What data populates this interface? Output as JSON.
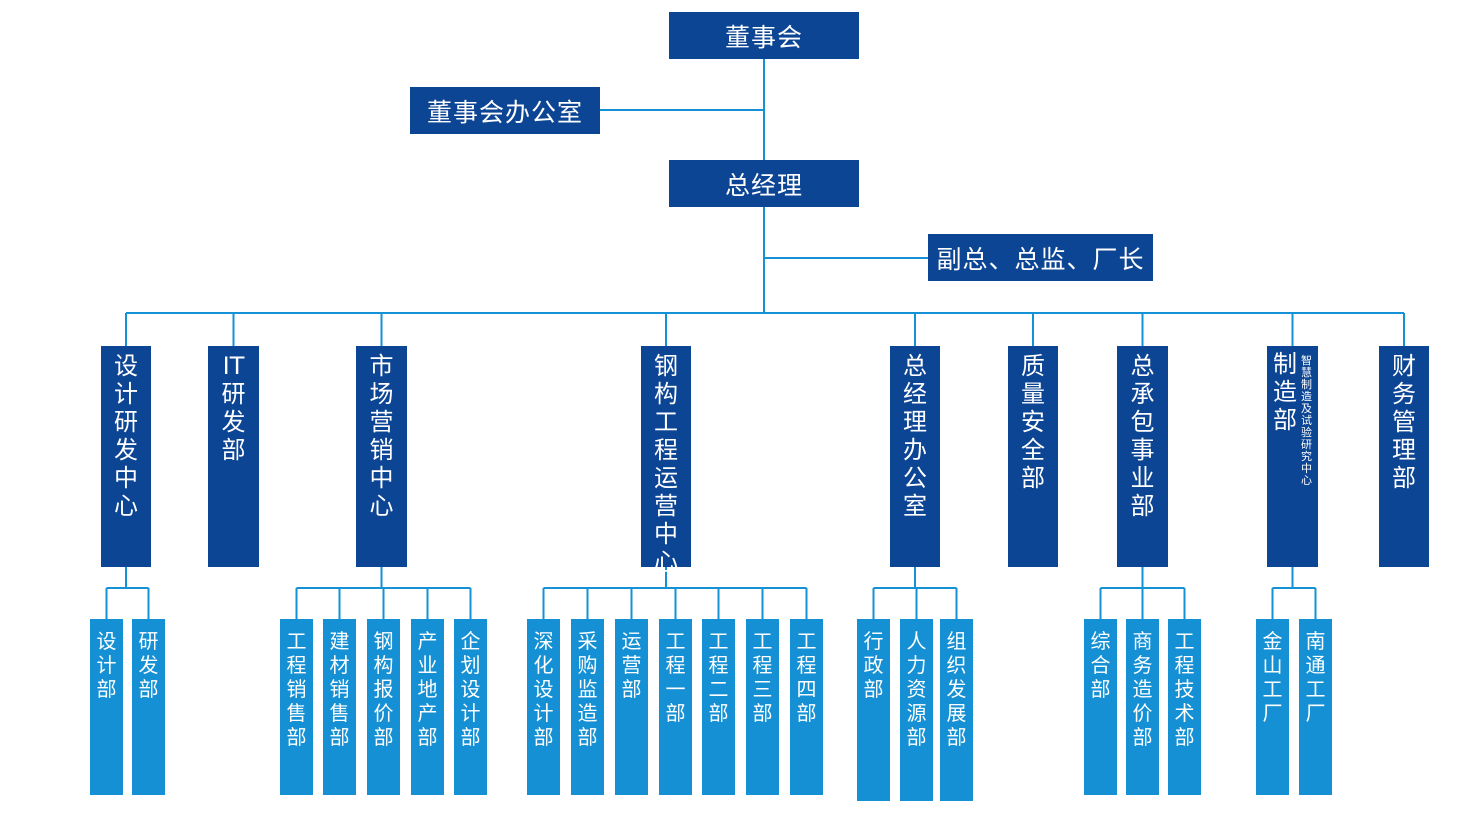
{
  "board": "董事会",
  "board_office": "董事会办公室",
  "general_manager": "总经理",
  "deputies": "副总、总监、厂长",
  "departments": [
    {
      "key": "design",
      "name": "设计研发中心",
      "subs": [
        "设计部",
        "研发部"
      ]
    },
    {
      "key": "it",
      "name": "IT研发部",
      "subs": []
    },
    {
      "key": "marketing",
      "name": "市场营销中心",
      "subs": [
        "工程销售部",
        "建材销售部",
        "钢构报价部",
        "产业地产部",
        "企划设计部"
      ]
    },
    {
      "key": "steel-ops",
      "name": "钢构工程运营中心",
      "subs": [
        "深化设计部",
        "采购监造部",
        "运营部",
        "工程一部",
        "工程二部",
        "工程三部",
        "工程四部"
      ]
    },
    {
      "key": "gm-office",
      "name": "总经理办公室",
      "subs": [
        "行政部",
        "人力资源部",
        "组织发展部"
      ]
    },
    {
      "key": "quality",
      "name": "质量安全部",
      "subs": []
    },
    {
      "key": "contracting",
      "name": "总承包事业部",
      "subs": [
        "综合部",
        "商务造价部",
        "工程技术部"
      ]
    },
    {
      "key": "manufacturing",
      "name": "制造部",
      "name_secondary": "智慧制造及试验研究中心",
      "subs": [
        "金山工厂",
        "南通工厂"
      ]
    },
    {
      "key": "finance",
      "name": "财务管理部",
      "subs": []
    }
  ],
  "colors": {
    "dark_box": "#0d4595",
    "light_box": "#1590d4",
    "line": "#1591d6"
  }
}
